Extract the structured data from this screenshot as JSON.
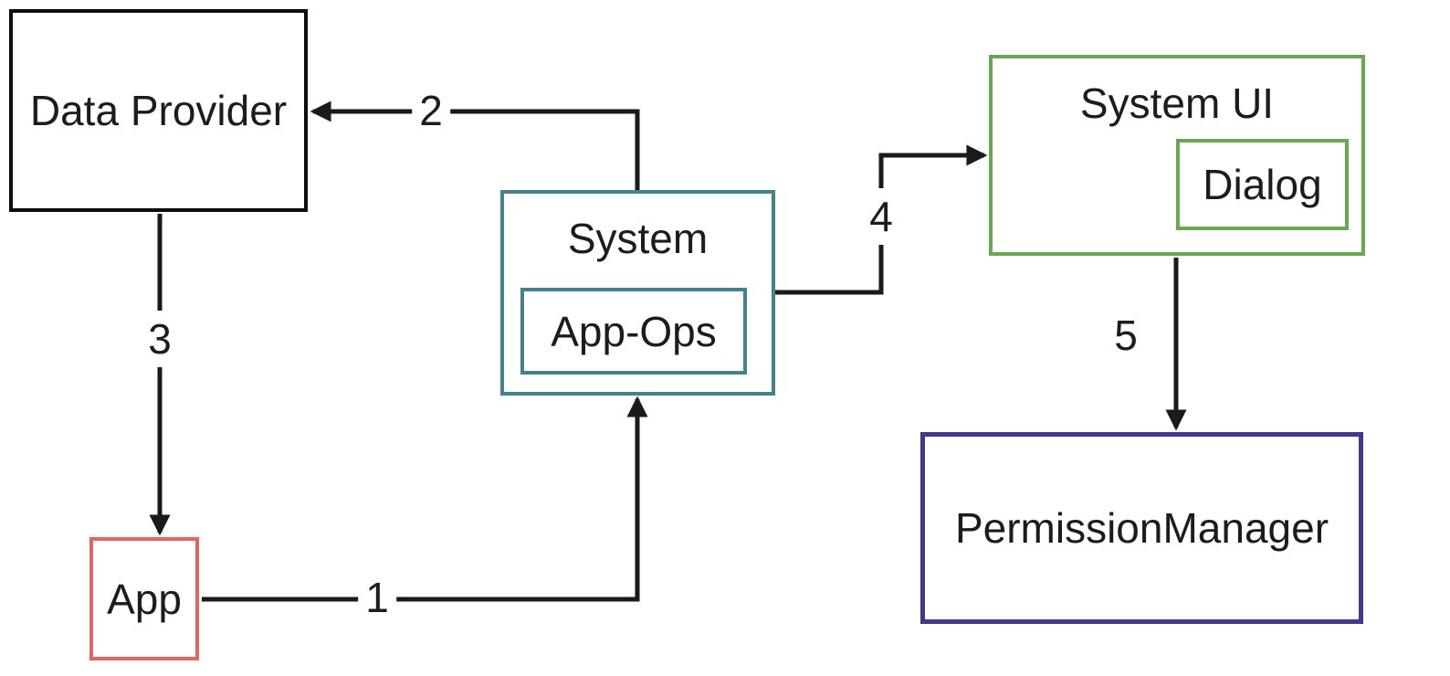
{
  "diagram": {
    "nodes": {
      "data_provider": {
        "label": "Data Provider"
      },
      "app": {
        "label": "App"
      },
      "system": {
        "label": "System"
      },
      "app_ops": {
        "label": "App-Ops"
      },
      "system_ui": {
        "label": "System UI"
      },
      "dialog": {
        "label": "Dialog"
      },
      "permission_manager": {
        "label": "PermissionManager"
      }
    },
    "edges": [
      {
        "label": "1",
        "from": "App",
        "to": "System"
      },
      {
        "label": "2",
        "from": "System",
        "to": "Data Provider"
      },
      {
        "label": "3",
        "from": "Data Provider",
        "to": "App"
      },
      {
        "label": "4",
        "from": "System",
        "to": "System UI"
      },
      {
        "label": "5",
        "from": "System UI",
        "to": "PermissionManager"
      }
    ],
    "colors": {
      "background": "#ffffff",
      "text": "#1c1c1c",
      "arrow": "#1a1a1a",
      "data_provider_border": "#0d0d0d",
      "system_border": "#45818e",
      "system_ui_border": "#6aa84f",
      "app_border": "#e06666",
      "permission_manager_border": "#413a8c"
    }
  }
}
